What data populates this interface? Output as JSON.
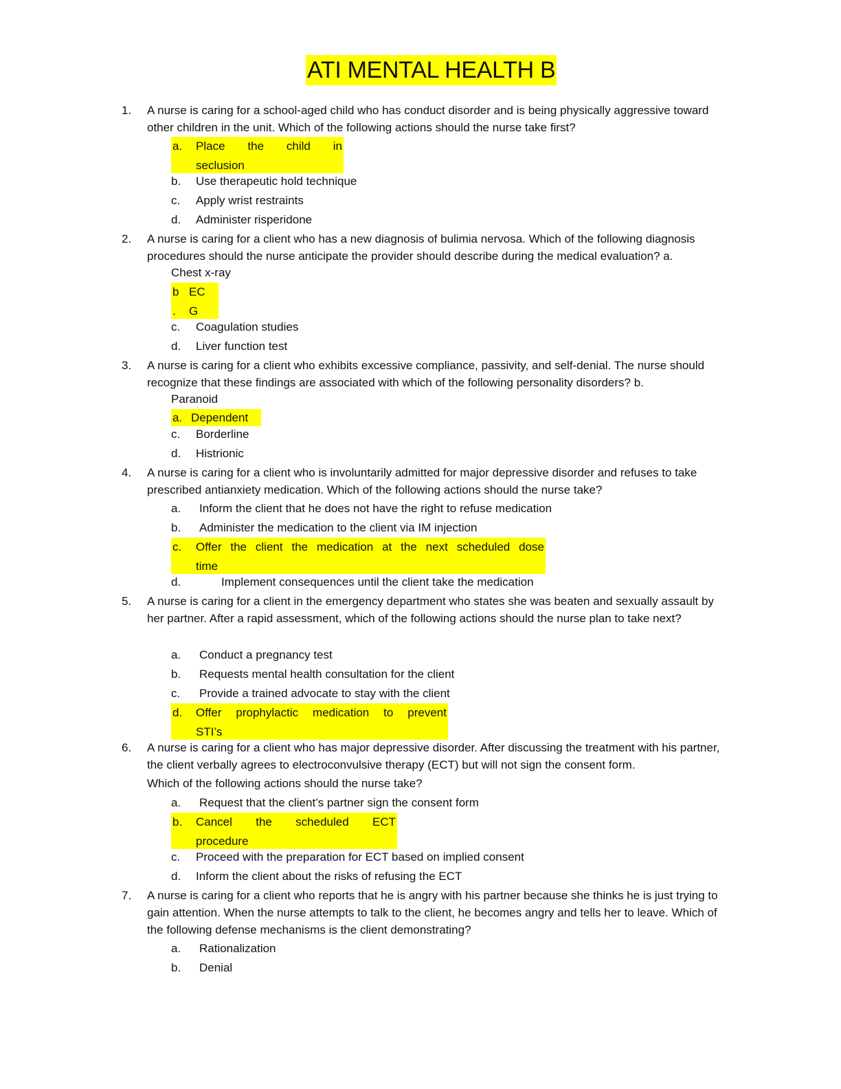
{
  "title": "ATI MENTAL HEALTH B",
  "questions": [
    {
      "num": "1.",
      "text": "A nurse is caring for a school-aged child who has conduct disorder and is being physically aggressive toward other children in the unit.  Which of the following actions should the nurse take first?",
      "options": [
        {
          "letter": "a.",
          "line1": "Place the child in",
          "line2": "seclusion",
          "highlighted": true
        },
        {
          "letter": "b.",
          "text": "Use therapeutic hold technique"
        },
        {
          "letter": "c.",
          "text": "Apply wrist restraints"
        },
        {
          "letter": "d.",
          "text": "Administer risperidone"
        }
      ]
    },
    {
      "num": "2.",
      "text": "A nurse is caring for a client who has a new diagnosis of bulimia nervosa. Which of the following diagnosis procedures should the nurse anticipate the provider should describe during the medical evaluation? a.",
      "continuation": "Chest x-ray",
      "options": [
        {
          "letter_top": "b",
          "letter_bottom": ".",
          "line1": "EC",
          "line2": "G",
          "highlighted": true
        },
        {
          "letter": "c.",
          "text": "Coagulation studies"
        },
        {
          "letter": "d.",
          "text": "Liver function test"
        }
      ]
    },
    {
      "num": "3.",
      "text": "A nurse is caring for a client who exhibits excessive compliance, passivity, and self-denial.  The nurse should recognize that these findings are associated with which of the following personality disorders? b.",
      "continuation": "Paranoid",
      "options": [
        {
          "letter": "a.",
          "text": "Dependent",
          "highlighted": true
        },
        {
          "letter": "c.",
          "text": "Borderline"
        },
        {
          "letter": "d.",
          "text": "Histrionic"
        }
      ]
    },
    {
      "num": "4.",
      "text": "A nurse is caring for a client who is involuntarily admitted for major depressive disorder and refuses to take prescribed antianxiety medication. Which of the following actions should the nurse take?",
      "options": [
        {
          "letter": "a.",
          "text": "Inform the client that he does not have the right to refuse medication"
        },
        {
          "letter": "b.",
          "text": "Administer the medication to the client via IM injection"
        },
        {
          "letter": "c.",
          "line1": "Offer the client the medication at the next scheduled dose",
          "line2": "time",
          "highlighted": true
        },
        {
          "letter": "d.",
          "text": "Implement consequences until the client take the medication"
        }
      ]
    },
    {
      "num": "5.",
      "text": "A nurse is caring for a client in the emergency department who states she was beaten and sexually assault by her partner. After a rapid assessment, which of the following actions should the nurse plan to take next?",
      "options": [
        {
          "letter": "a.",
          "text": "Conduct a pregnancy test"
        },
        {
          "letter": "b.",
          "text": "Requests mental health consultation for the client"
        },
        {
          "letter": "c.",
          "text": "Provide a trained advocate to stay with the client"
        },
        {
          "letter": "d.",
          "line1": "Offer prophylactic medication to prevent",
          "line2": "STI’s",
          "highlighted": true
        }
      ]
    },
    {
      "num": "6.",
      "text": "A nurse is caring for a client who has major depressive disorder.  After discussing the treatment with his partner, the client verbally agrees to electroconvulsive therapy (ECT) but will not sign the consent form.",
      "continuation": "Which of the following actions should the nurse take?",
      "options": [
        {
          "letter": "a.",
          "text": "Request that the client’s partner sign the consent form"
        },
        {
          "letter": "b.",
          "line1": "Cancel the scheduled ECT",
          "line2": "procedure",
          "highlighted": true
        },
        {
          "letter": "c.",
          "text": "Proceed with the preparation for ECT based on implied consent"
        },
        {
          "letter": "d.",
          "text": "Inform the client about the risks of refusing the ECT"
        }
      ]
    },
    {
      "num": "7.",
      "text": "A nurse is caring for a client who reports that he is angry with his partner because she thinks he is just trying to gain attention.  When the nurse attempts to talk to the client, he becomes angry and tells her to leave.  Which of the following defense mechanisms is the client demonstrating?",
      "options": [
        {
          "letter": "a.",
          "text": "Rationalization"
        },
        {
          "letter": "b.",
          "text": "Denial"
        }
      ]
    }
  ],
  "colors": {
    "highlight": "#ffff00",
    "text": "#111111",
    "background": "#ffffff"
  }
}
